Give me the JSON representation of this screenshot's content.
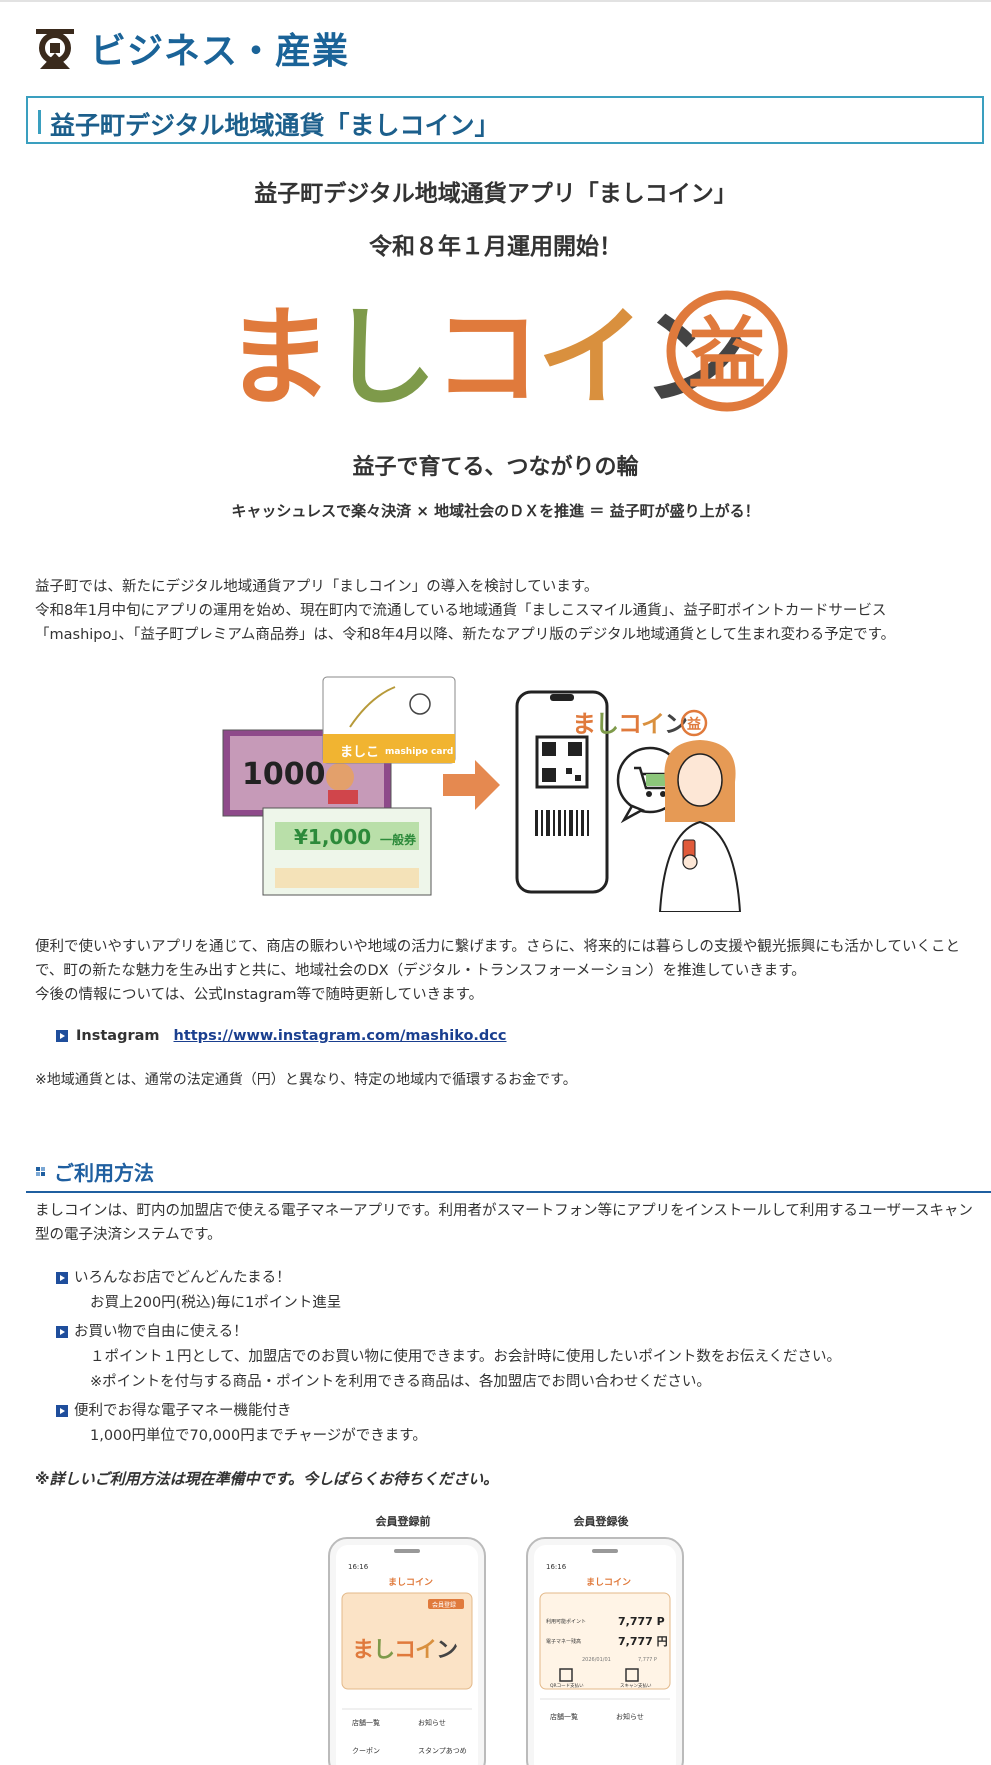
{
  "category": {
    "title": "ビジネス・産業",
    "icon": "town-emblem-icon"
  },
  "page_title": "益子町デジタル地域通貨「ましコイン」",
  "headline": {
    "app": "益子町デジタル地域通貨アプリ「ましコイン」",
    "start": "令和８年１月運用開始！"
  },
  "logo": {
    "text": "ましコイン",
    "emblem": "益",
    "colors": [
      "#e07a3c",
      "#7e9a4a",
      "#d9903e",
      "#444444"
    ]
  },
  "tagline": "益子で育てる、つながりの輪",
  "subline": "キャッシュレスで楽々決済 × 地域社会のＤＸを推進 ＝ 益子町が盛り上がる！",
  "intro": [
    "益子町では、新たにデジタル地域通貨アプリ「ましコイン」の導入を検討しています。",
    "令和8年1月中旬にアプリの運用を始め、現在町内で流通している地域通貨「ましこスマイル通貨」、益子町ポイントカードサービス「mashipo」、「益子町プレミアム商品券」は、令和8年4月以降、新たなアプリ版のデジタル地域通貨として生まれ変わる予定です。"
  ],
  "illustration": {
    "ticket_value": "1000",
    "card_name": "ましこ",
    "card_brand": "mashipo card",
    "voucher_value": "¥1,000",
    "voucher_kind": "一般券",
    "logo_small": "ましコイン",
    "logo_small_emblem": "益"
  },
  "body2": [
    "便利で使いやすいアプリを通じて、商店の賑わいや地域の活力に繋げます。さらに、将来的には暮らしの支援や観光振興にも活かしていくことで、町の新たな魅力を生み出すと共に、地域社会のDX（デジタル・トランスフォーメーション）を推進していきます。",
    "今後の情報については、公式Instagram等で随時更新していきます。"
  ],
  "instagram": {
    "label": "Instagram",
    "url": "https://www.instagram.com/mashiko.dcc"
  },
  "note1": "※地域通貨とは、通常の法定通貨（円）と異なり、特定の地域内で循環するお金です。",
  "usage": {
    "heading": "ご利用方法",
    "desc": "ましコインは、町内の加盟店で使える電子マネーアプリです。利用者がスマートフォン等にアプリをインストールして利用するユーザースキャン型の電子決済システムです。",
    "items": [
      {
        "head": "いろんなお店でどんどんたまる！",
        "subs": [
          "お買上200円(税込)毎に1ポイント進呈"
        ]
      },
      {
        "head": "お買い物で自由に使える！",
        "subs": [
          "１ポイント１円として、加盟店でのお買い物に使用できます。お会計時に使用したいポイント数をお伝えください。",
          "※ポイントを付与する商品・ポイントを利用できる商品は、各加盟店でお問い合わせください。"
        ]
      },
      {
        "head": "便利でお得な電子マネー機能付き",
        "subs": [
          "1,000円単位で70,000円までチャージができます。"
        ]
      }
    ],
    "note": "※詳しいご利用方法は現在準備中です。今しばらくお待ちください。"
  },
  "phones": {
    "before_label": "会員登録前",
    "after_label": "会員登録後",
    "time": "16:16",
    "app_logo": "ましコイン",
    "before": {
      "register_btn": "会員登録",
      "menu1": "店舗一覧",
      "menu2": "お知らせ",
      "menu3": "クーポン",
      "menu4": "スタンプあつめ"
    },
    "after": {
      "points_label": "利用可能ポイント",
      "points_value": "7,777 P",
      "money_label": "電子マネー残高",
      "money_value": "7,777 円",
      "date": "2026/01/01",
      "small_value": "7,777 P",
      "qr_label": "QRコード支払い",
      "scan_label": "スキャン支払い",
      "menu1": "店舗一覧",
      "menu2": "お知らせ"
    }
  }
}
